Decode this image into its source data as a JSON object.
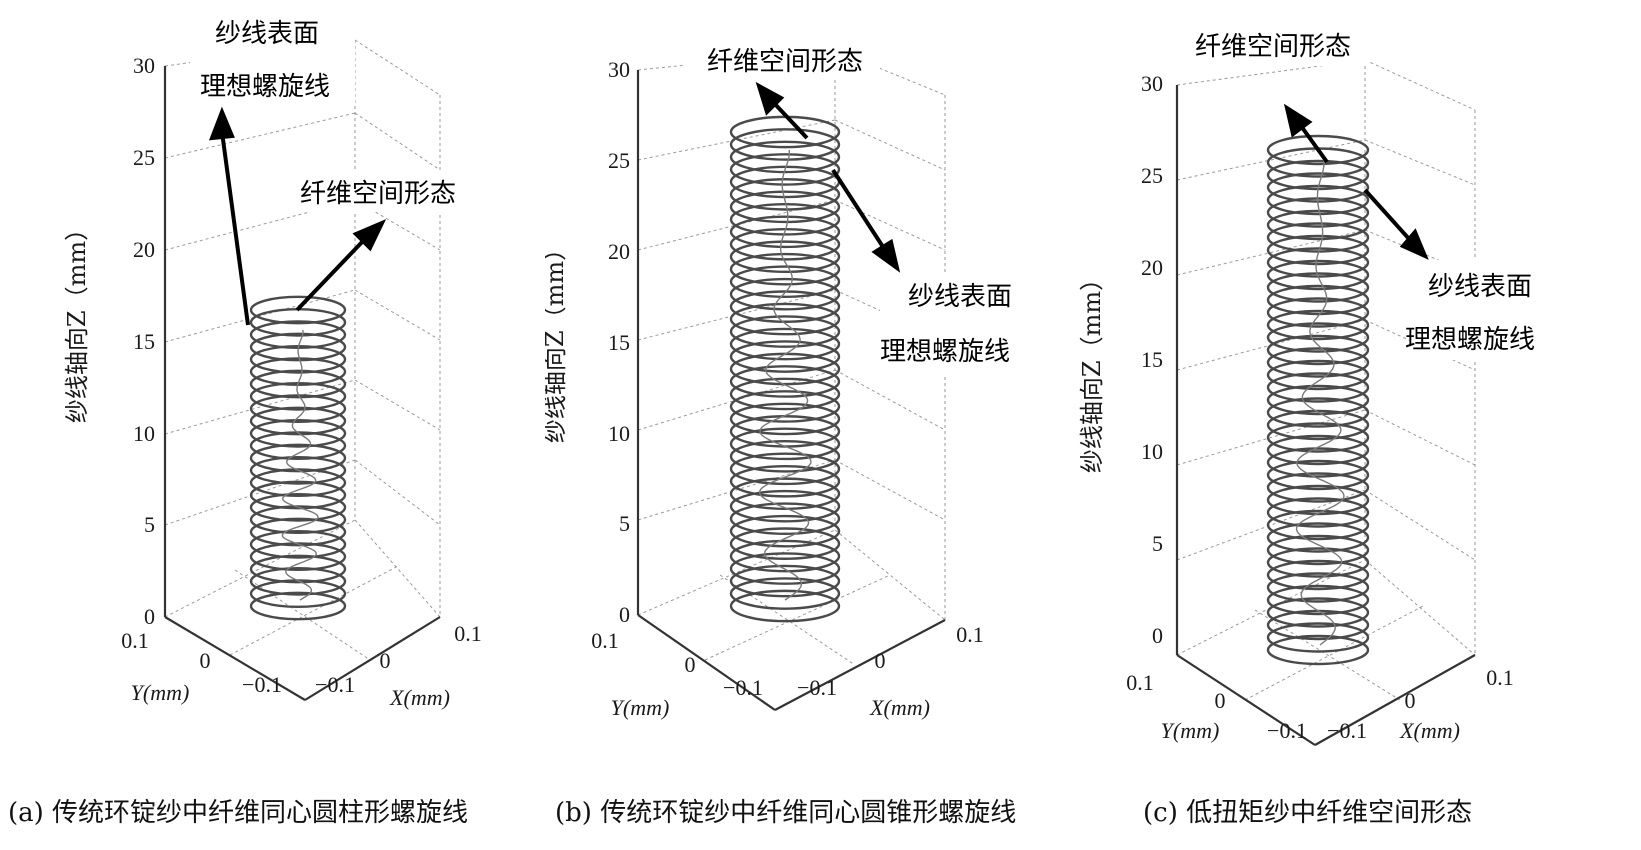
{
  "figure": {
    "panels": [
      {
        "id": "a",
        "caption": "(a) 传统环锭纱中纤维同心圆柱形螺旋线",
        "zlabel": "纱线轴向Z（mm）",
        "z_ticks": [
          "0",
          "5",
          "10",
          "15",
          "20",
          "25",
          "30"
        ],
        "y_label": "Y(mm)",
        "y_ticks": [
          "0.1",
          "0",
          "−0.1"
        ],
        "x_label": "X(mm)",
        "x_ticks": [
          "−0.1",
          "0",
          "0.1"
        ],
        "annotations": [
          {
            "lines": [
              "纱线表面",
              "理想螺旋线"
            ]
          },
          {
            "lines": [
              "纤维空间形态"
            ]
          }
        ]
      },
      {
        "id": "b",
        "caption": "(b) 传统环锭纱中纤维同心圆锥形螺旋线",
        "zlabel": "纱线轴向Z（mm）",
        "z_ticks": [
          "0",
          "5",
          "10",
          "15",
          "20",
          "25",
          "30"
        ],
        "y_label": "Y(mm)",
        "y_ticks": [
          "0.1",
          "0",
          "−0.1"
        ],
        "x_label": "X(mm)",
        "x_ticks": [
          "−0.1",
          "0",
          "0.1"
        ],
        "annotations": [
          {
            "lines": [
              "纤维空间形态"
            ]
          },
          {
            "lines": [
              "纱线表面",
              "理想螺旋线"
            ]
          }
        ]
      },
      {
        "id": "c",
        "caption": "(c) 低扭矩纱中纤维空间形态",
        "zlabel": "纱线轴向Z（mm）",
        "z_ticks": [
          "0",
          "5",
          "10",
          "15",
          "20",
          "25",
          "30"
        ],
        "y_label": "Y(mm)",
        "y_ticks": [
          "0.1",
          "0",
          "−0.1"
        ],
        "x_label": "X(mm)",
        "x_ticks": [
          "−0.1",
          "0",
          "0.1"
        ],
        "annotations": [
          {
            "lines": [
              "纤维空间形态"
            ]
          },
          {
            "lines": [
              "纱线表面",
              "理想螺旋线"
            ]
          }
        ]
      }
    ]
  },
  "colors": {
    "helix": "#4a4a4a",
    "fiber": "#7a7a7a",
    "grid": "#9a9a9a",
    "axis": "#333333",
    "arrow": "#000000"
  }
}
